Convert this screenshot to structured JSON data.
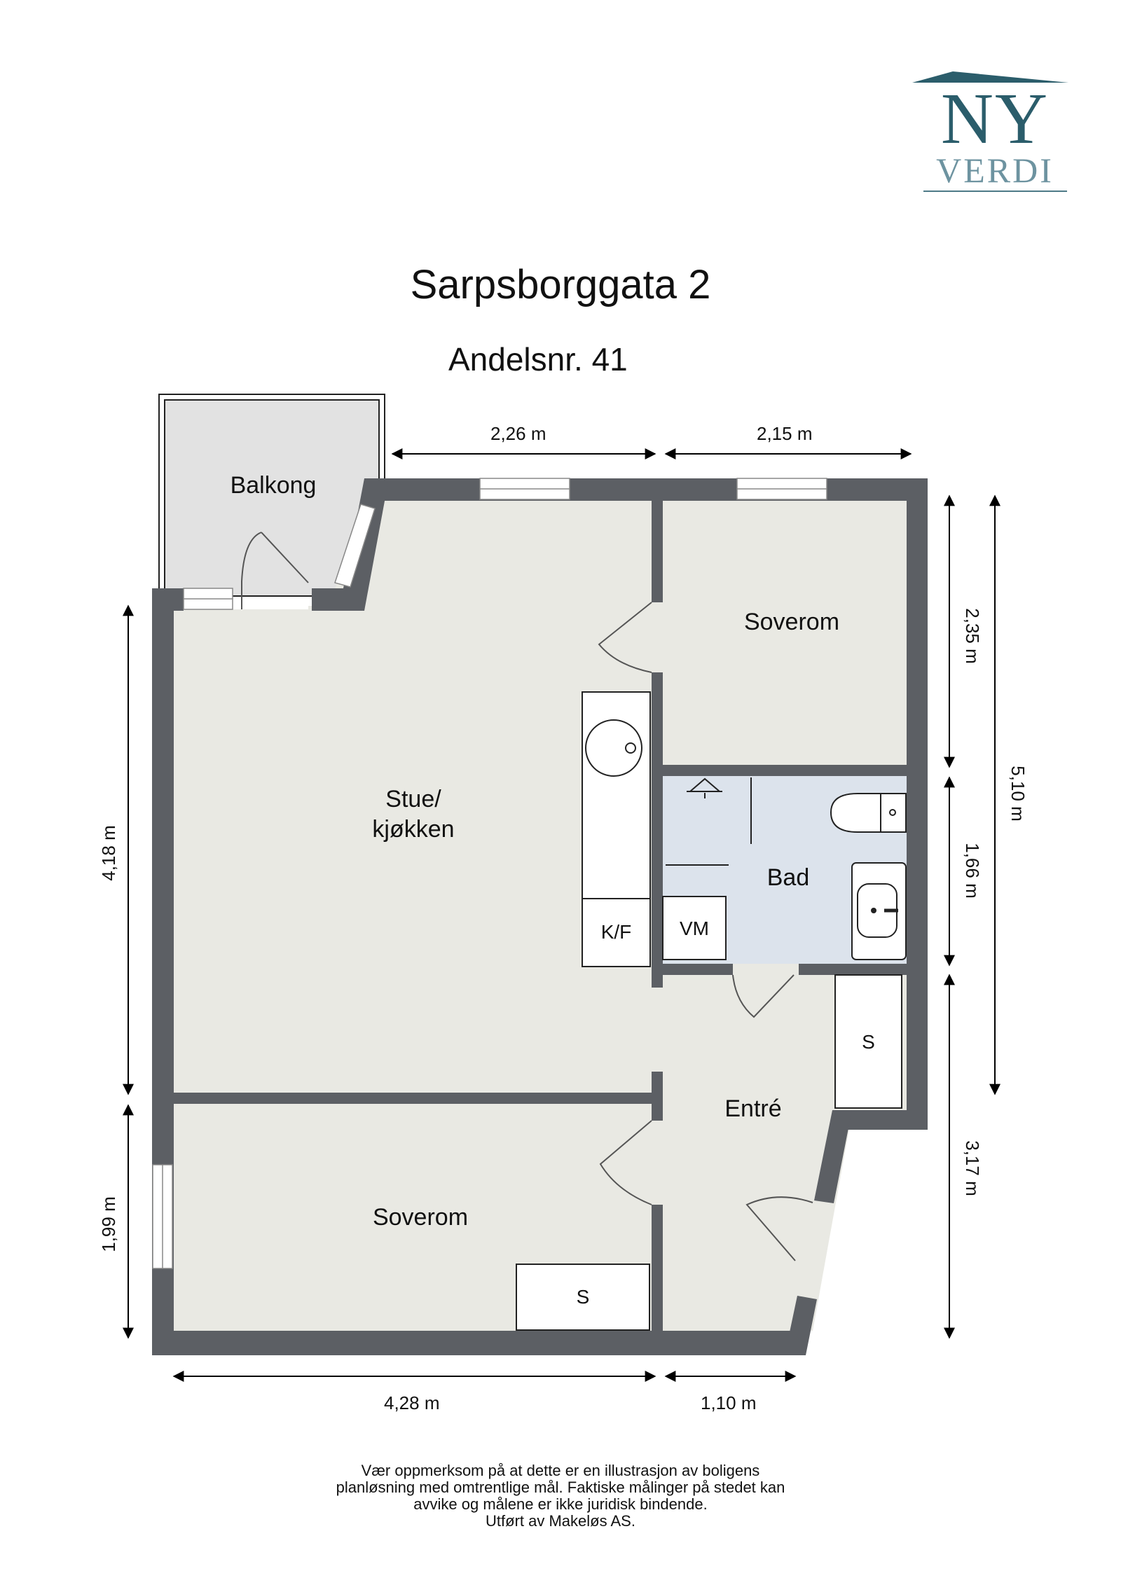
{
  "logo": {
    "line1": "NY",
    "line2": "VERDI",
    "roof_color": "#2b5d6b",
    "ny_color": "#2b5d6b",
    "verdi_color": "#6d93a0"
  },
  "header": {
    "title": "Sarpsborggata 2",
    "subtitle": "Andelsnr. 41"
  },
  "colors": {
    "wall": "#5c5f64",
    "floor": "#e9e9e3",
    "bath_floor": "#dce3ec",
    "balcony_floor": "#e2e2e2",
    "fixture": "#ffffff"
  },
  "rooms": {
    "balcony": "Balkong",
    "living_line1": "Stue/",
    "living_line2": "kjøkken",
    "bedroom_top": "Soverom",
    "bathroom": "Bad",
    "entrance": "Entré",
    "bedroom_bottom": "Soverom"
  },
  "fixtures": {
    "fridge_freezer": "K/F",
    "washing_machine": "VM",
    "storage_entrance": "S",
    "storage_bedroom": "S"
  },
  "dimensions": {
    "top_left": "2,26 m",
    "top_right": "2,15 m",
    "right_upper": "2,35 m",
    "right_middle": "1,66 m",
    "right_lower": "3,17 m",
    "right_total": "5,10 m",
    "left_upper": "4,18 m",
    "left_lower": "1,99 m",
    "bottom_left": "4,28 m",
    "bottom_right": "1,10 m"
  },
  "disclaimer": {
    "line1": "Vær oppmerksom på at dette er en illustrasjon av boligens",
    "line2": "planløsning med omtrentlige mål. Faktiske målinger på stedet kan",
    "line3": "avvike og målene er ikke juridisk bindende.",
    "line4": "Utført av Makeløs AS."
  }
}
